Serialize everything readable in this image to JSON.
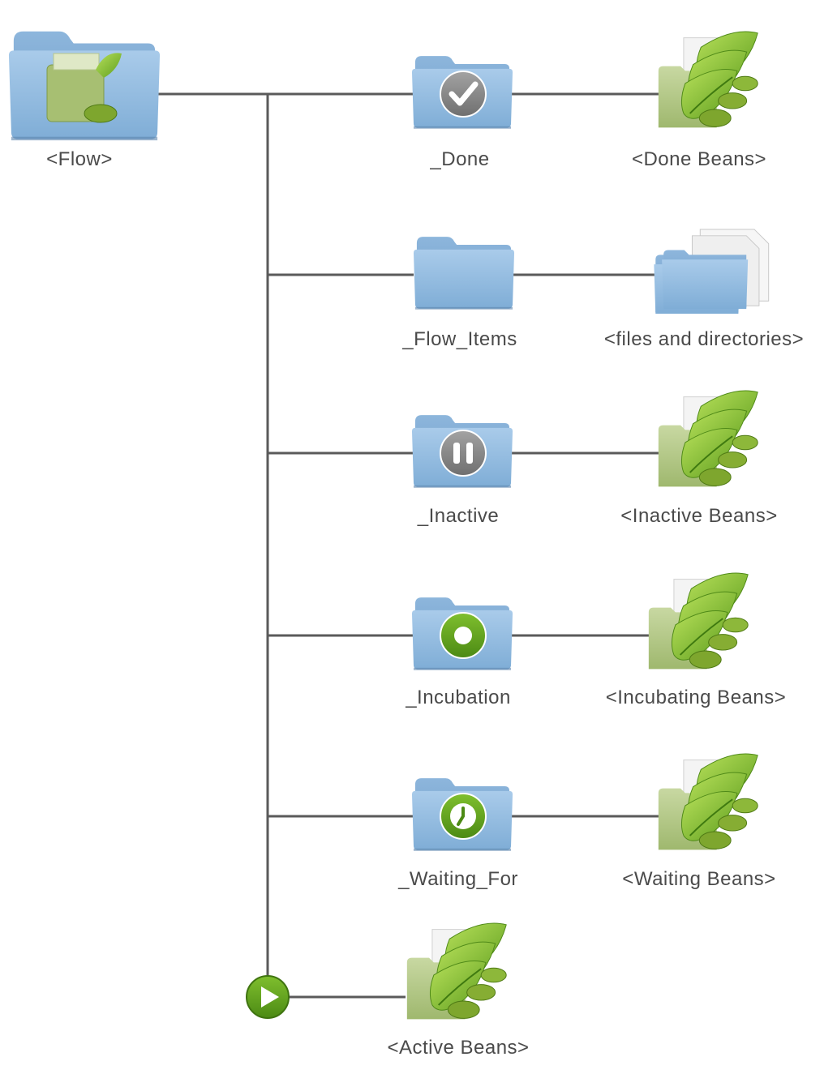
{
  "root": {
    "label": "<Flow>",
    "icon": "flow-folder-icon"
  },
  "nodes": [
    {
      "folder_label": "_Done",
      "status_icon": "checkmark-icon",
      "status_color": "#8a8a8a",
      "bean_label": "<Done Beans>",
      "bean_icon": "beans-icon"
    },
    {
      "folder_label": "_Flow_Items",
      "status_icon": "",
      "status_color": "",
      "bean_label": "<files and directories>",
      "bean_icon": "files-folders-icon"
    },
    {
      "folder_label": "_Inactive",
      "status_icon": "pause-icon",
      "status_color": "#8a8a8a",
      "bean_label": "<Inactive Beans>",
      "bean_icon": "beans-icon"
    },
    {
      "folder_label": "_Incubation",
      "status_icon": "record-icon",
      "status_color": "#6aa82c",
      "bean_label": "<Incubating Beans>",
      "bean_icon": "beans-icon"
    },
    {
      "folder_label": "_Waiting_For",
      "status_icon": "clock-icon",
      "status_color": "#5c9a22",
      "bean_label": "<Waiting Beans>",
      "bean_icon": "beans-icon"
    }
  ],
  "active": {
    "label": "<Active Beans>",
    "marker_icon": "play-icon",
    "marker_color": "#5c9a22",
    "bean_icon": "beans-icon"
  },
  "colors": {
    "line": "#5a5a5a",
    "folder": "#8fb8dd",
    "folder_dark": "#6f9dc6",
    "leaf": "#8cc63f",
    "bean": "#6e9a2a",
    "paper": "#f2f2f2",
    "beanfolder": "#b7c98a"
  }
}
